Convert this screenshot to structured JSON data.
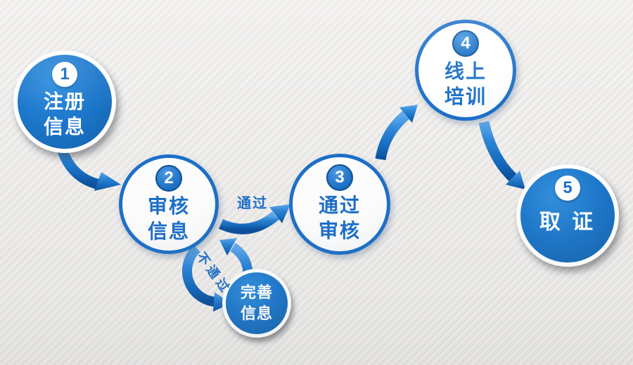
{
  "diagram": {
    "steps": [
      {
        "number": "1",
        "line1": "注册",
        "line2": "信息"
      },
      {
        "number": "2",
        "line1": "审核",
        "line2": "信息"
      },
      {
        "number": "3",
        "line1": "通过",
        "line2": "审核"
      },
      {
        "number": "4",
        "line1": "线上",
        "line2": "培训"
      },
      {
        "number": "5",
        "line1": "取 证",
        "line2": ""
      }
    ],
    "branch": {
      "line1": "完善",
      "line2": "信息"
    },
    "labels": {
      "pass": "通过",
      "fail": "不通过"
    },
    "colors": {
      "primary_blue": "#1a73c6",
      "dark_blue": "#0a4f9c",
      "light_blue": "#5eaaec",
      "label_blue": "#1b6fc9",
      "circle_border_blue": "#1b6fc9",
      "background_gray": "#eeedeb",
      "white": "#ffffff"
    }
  }
}
